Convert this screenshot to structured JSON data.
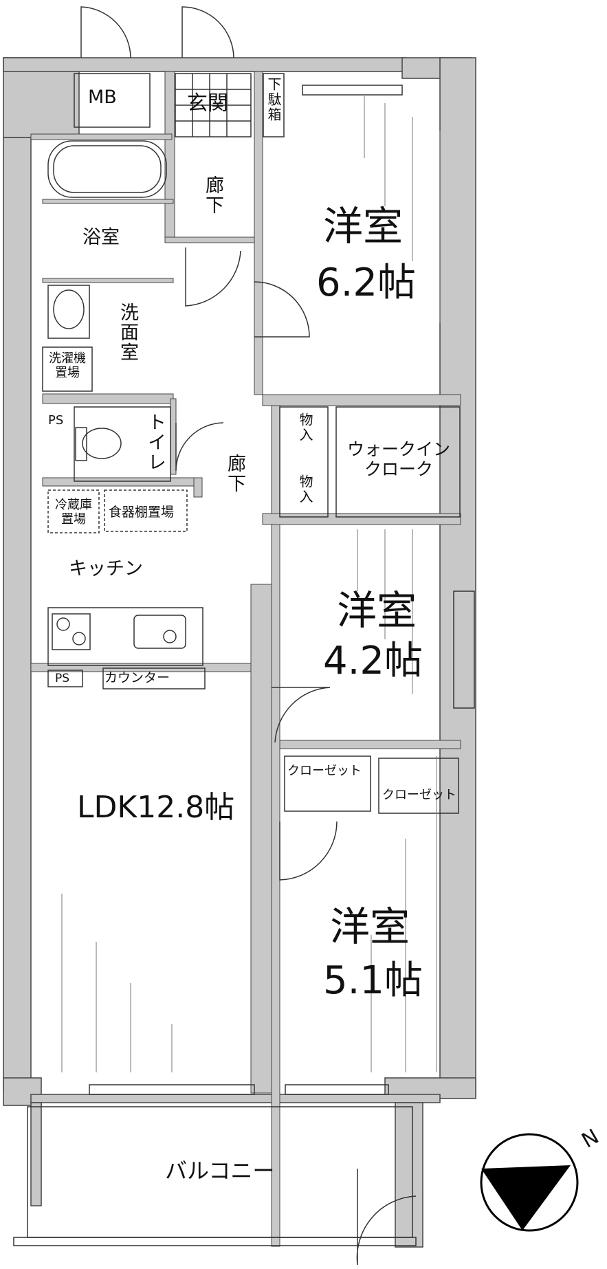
{
  "rooms": {
    "mb": "MB",
    "entrance": "玄関",
    "shoe_box": "下駄箱",
    "hall_top": "廊下",
    "hall_mid": "廊下",
    "bath": "浴室",
    "washroom": "洗面室",
    "laundry": "洗濯機置場",
    "ps_top": "PS",
    "toilet": "トイレ",
    "storage_a": "物入",
    "storage_b": "物入",
    "walkin": "ウォークインクローク",
    "fridge": "冷蔵庫置場",
    "dish_shelf": "食器棚置場",
    "kitchen": "キッチン",
    "ps_kitchen": "PS",
    "counter": "カウンター",
    "closet_a": "クローゼット",
    "closet_b": "クローゼット",
    "ldk": "LDK12.8帖",
    "balcony": "バルコニー",
    "western1_name": "洋室",
    "western1_size": "6.2帖",
    "western2_name": "洋室",
    "western2_size": "4.2帖",
    "western3_name": "洋室",
    "western3_size": "5.1帖",
    "north": "N"
  },
  "colors": {
    "wall": "#c8c8c8",
    "wall_stroke": "#444444",
    "line": "#333333",
    "compass_fill": "#000000"
  }
}
